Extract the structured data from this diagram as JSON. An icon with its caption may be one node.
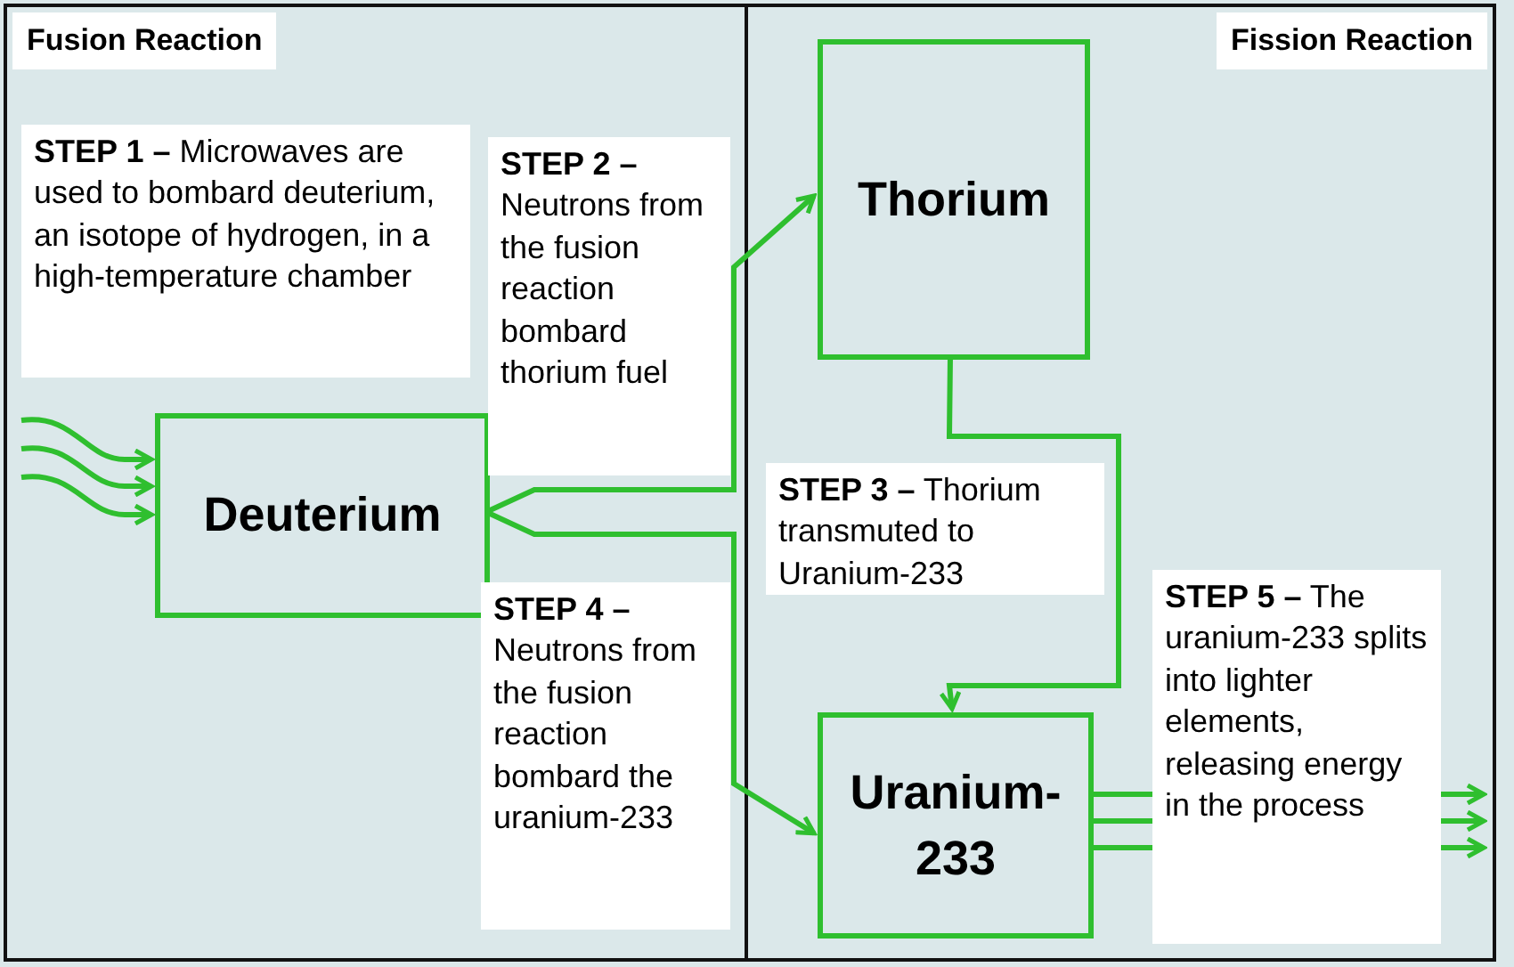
{
  "diagram": {
    "nodes": [
      {
        "text": [
          "Fusion Reaction"
        ]
      },
      {
        "text": [
          "Fission Reaction"
        ]
      },
      {
        "text": [
          "**STEP 1 –** Microwaves are used to bombard deuterium, an isotope of hydrogen, in a high-temperature chamber"
        ],
        "in": 0
      },
      {
        "text": [
          "Deuterium"
        ],
        "in": 0
      },
      {
        "text": [
          "**STEP 2 –** Neutrons from the fusion reaction bombard thorium fuel"
        ],
        "in": 0
      },
      {
        "text": [
          "**STEP 4 –** Neutrons from the fusion reaction bombard the uranium-233"
        ],
        "in": 0
      },
      {
        "text": [
          "Thorium"
        ],
        "in": 1
      },
      {
        "text": [
          "**STEP 3 –** Thorium transmuted to Uranium-233"
        ],
        "in": 1
      },
      {
        "text": [
          "Uranium-233"
        ],
        "in": 1
      },
      {
        "text": [
          "**STEP 5 –** The uranium-233 splits into lighter elements, releasing energy in the process"
        ],
        "in": 1
      }
    ],
    "edges": [
      {
        "from": null,
        "to": 3,
        "arrow": "to"
      },
      {
        "from": null,
        "to": 3,
        "arrow": "to"
      },
      {
        "from": null,
        "to": 3,
        "arrow": "to"
      },
      {
        "from": 3,
        "to": 6,
        "arrow": "to"
      },
      {
        "from": 3,
        "to": 8,
        "arrow": "to"
      },
      {
        "from": 6,
        "to": 8,
        "arrow": "to"
      },
      {
        "from": 8,
        "to": null,
        "arrow": "to"
      },
      {
        "from": 8,
        "to": null,
        "arrow": "to"
      },
      {
        "from": 8,
        "to": null,
        "arrow": "to"
      }
    ]
  }
}
